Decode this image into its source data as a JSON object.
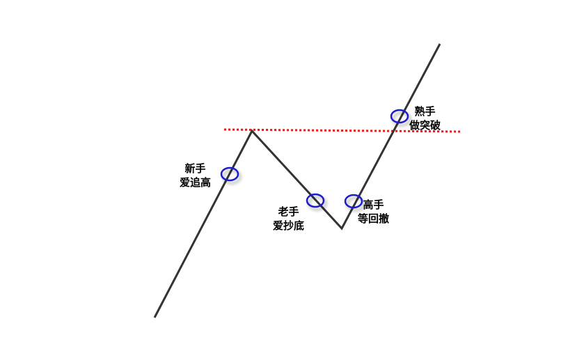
{
  "diagram": {
    "title": "",
    "colors": {
      "price_line": "#333333",
      "resistance_line": "#e02020",
      "marker": "#1a1acc"
    },
    "price_path": {
      "description": "W/V-shaped price movement: rise to resistance, pullback, rise through resistance",
      "points": [
        {
          "name": "start",
          "t": 0,
          "level": 0
        },
        {
          "name": "peak",
          "t": 1,
          "level": 1.0
        },
        {
          "name": "trough",
          "t": 2,
          "level": 0.48
        },
        {
          "name": "end",
          "t": 3,
          "level": 1.46
        }
      ]
    },
    "resistance": {
      "style": "dotted",
      "level": 1.0
    },
    "annotations": [
      {
        "id": "novice",
        "line1": "新手",
        "line2": "爱追高",
        "meaning": "novices chase highs"
      },
      {
        "id": "veteran",
        "line1": "老手",
        "line2": "爱抄底",
        "meaning": "veterans buy the dip"
      },
      {
        "id": "expert",
        "line1": "高手",
        "line2": "等回撤",
        "meaning": "experts wait for pullback"
      },
      {
        "id": "skilled",
        "line1": "熟手",
        "line2": "做突破",
        "meaning": "skilled traders trade breakouts"
      }
    ]
  }
}
